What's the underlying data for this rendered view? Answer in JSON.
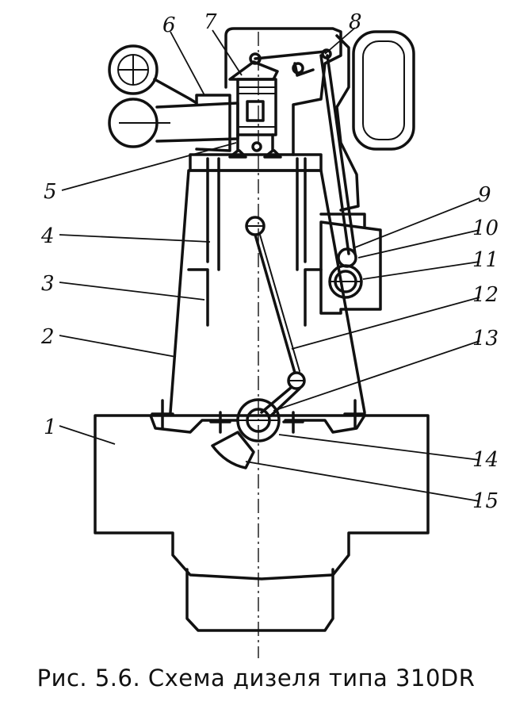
{
  "caption": "Рис. 5.6. Схема дизеля типа 310DR",
  "labels": [
    "1",
    "2",
    "3",
    "4",
    "5",
    "6",
    "7",
    "8",
    "9",
    "10",
    "11",
    "12",
    "13",
    "14",
    "15"
  ]
}
